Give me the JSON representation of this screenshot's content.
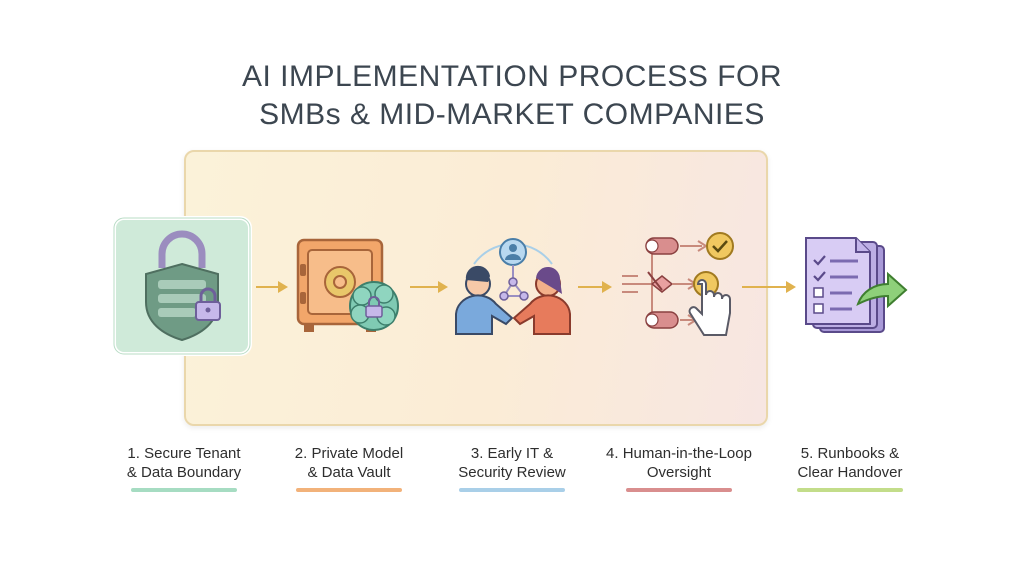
{
  "title": {
    "line1": "AI IMPLEMENTATION PROCESS FOR",
    "line2": "SMBs & MID-MARKET COMPANIES"
  },
  "steps": [
    {
      "line1": "1. Secure Tenant",
      "line2": "& Data Boundary",
      "color": "#a6dcc2"
    },
    {
      "line1": "2. Private Model",
      "line2": "& Data Vault",
      "color": "#f2b27a"
    },
    {
      "line1": "3. Early IT &",
      "line2": "Security Review",
      "color": "#a9cfe8"
    },
    {
      "line1": "4. Human-in-the-Loop",
      "line2": "Oversight",
      "color": "#d98e8e"
    },
    {
      "line1": "5. Runbooks &",
      "line2": "Clear Handover",
      "color": "#c3dd8a"
    }
  ],
  "icons": [
    "shield-lock-icon",
    "vault-brain-icon",
    "handshake-people-icon",
    "workflow-switch-icon",
    "checklist-handover-icon"
  ],
  "accent_arrow": "#e0b24e"
}
